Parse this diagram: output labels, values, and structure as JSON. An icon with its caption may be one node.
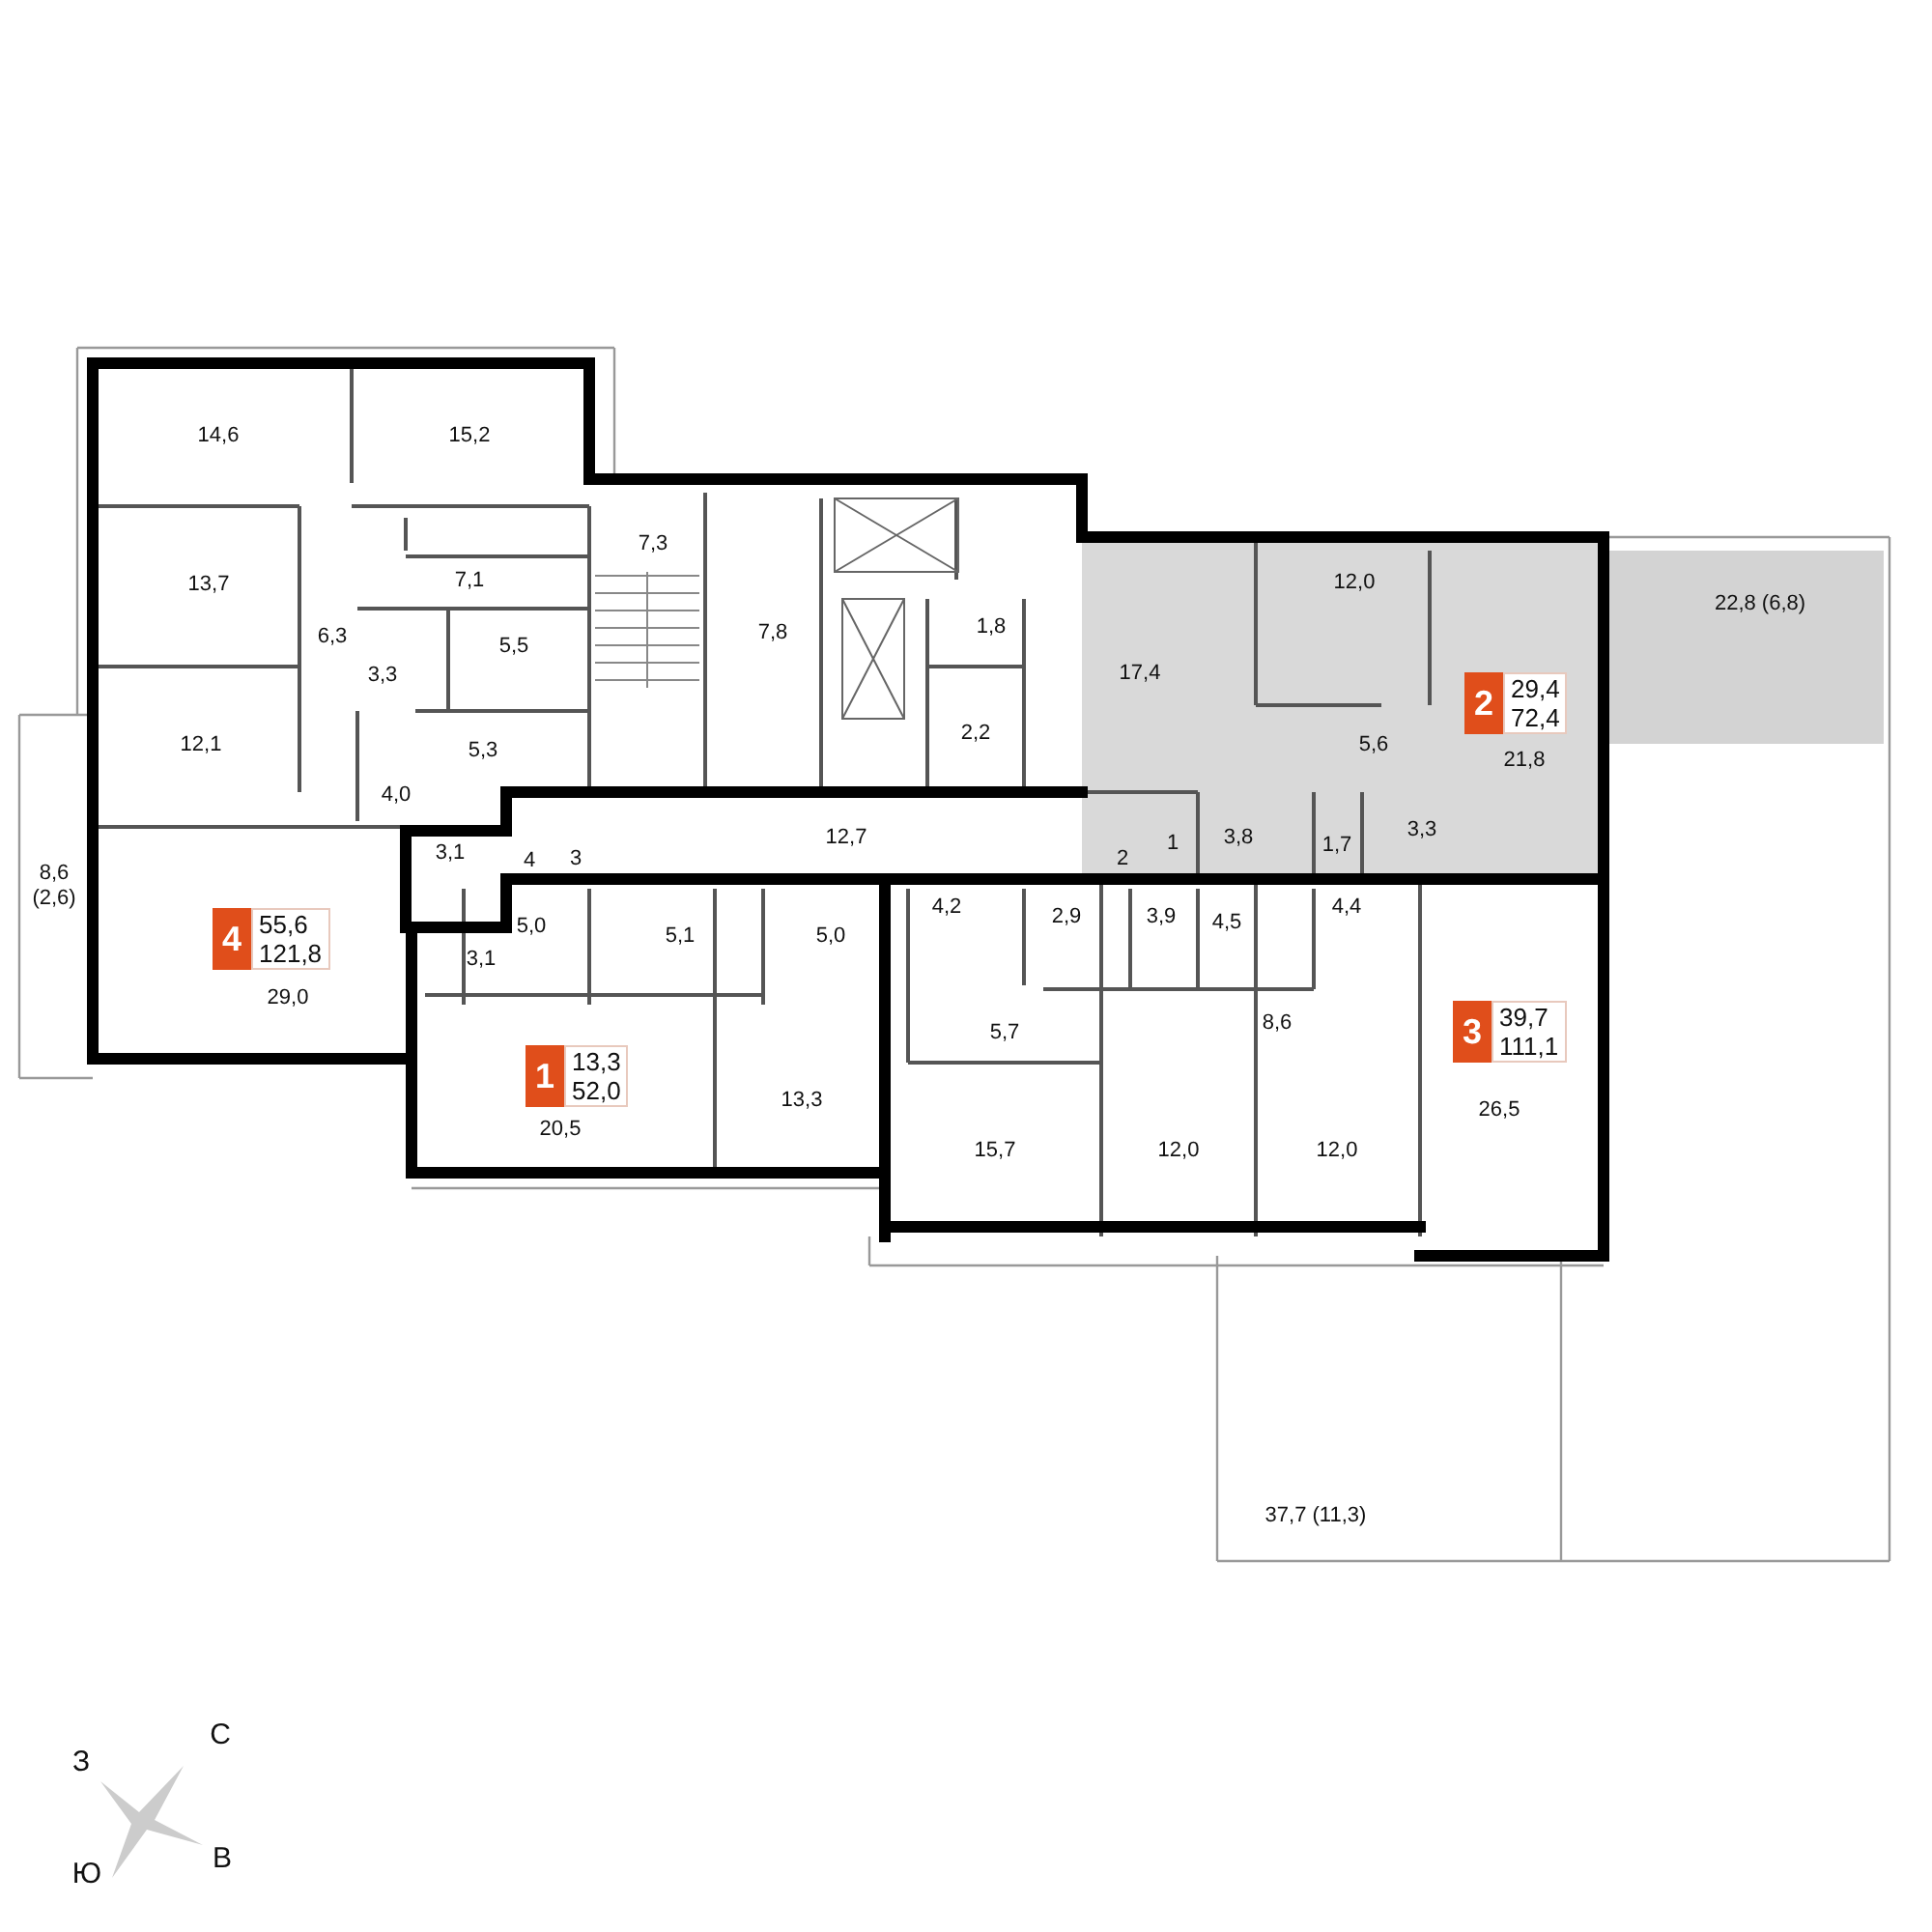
{
  "diagram": {
    "nodes": [
      {
        "text": [
          "2",
          "29,4",
          "72,4"
        ]
      },
      {
        "text": [
          "4",
          "55,6",
          "121,8"
        ]
      },
      {
        "text": [
          "3",
          "39,7",
          "111,1"
        ]
      },
      {
        "text": [
          "1",
          "13,3",
          "52,0"
        ]
      }
    ],
    "labels": [
      "14,6",
      "15,2",
      "7,3",
      "22,8 (6,8)",
      "12,0",
      "13,7",
      "7,1",
      "1,8",
      "7,8",
      "6,3",
      "5,5",
      "17,4",
      "3,3",
      "2,2",
      "12,1",
      "5,3",
      "5,6",
      "21,8",
      "4,0",
      "3,3",
      "12,7",
      "3,8",
      "1,7",
      "1",
      "3,1",
      "4",
      "3",
      "2",
      "8,6 (2,6)",
      "4,2",
      "2,9",
      "5,0",
      "3,9",
      "5,1",
      "4,5",
      "4,4",
      "5,0",
      "3,1",
      "29,0",
      "5,7",
      "8,6",
      "26,5",
      "13,3",
      "20,5",
      "15,7",
      "12,0",
      "12,0",
      "37,7 (11,3)",
      "З",
      "С",
      "В",
      "Ю"
    ]
  }
}
